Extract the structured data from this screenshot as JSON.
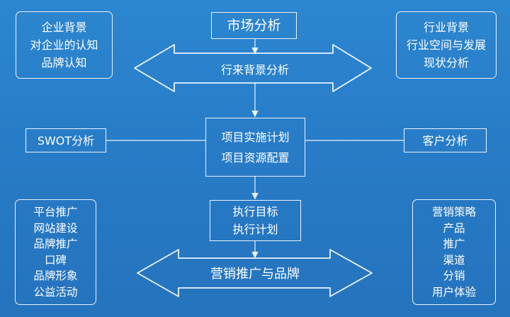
{
  "top_center": {
    "title": "市场分析"
  },
  "top_left": {
    "lines": [
      "企业背景",
      "对企业的认知",
      "品牌认知"
    ]
  },
  "top_right": {
    "lines": [
      "行业背景",
      "行业空间与发展",
      "现状分析"
    ]
  },
  "top_arrow": {
    "label": "行来背景分析"
  },
  "center": {
    "lines": [
      "项目实施计划",
      "项目资源配置"
    ]
  },
  "mid_left": {
    "label": "SWOT分析"
  },
  "mid_right": {
    "label": "客户分析"
  },
  "exec": {
    "lines": [
      "执行目标",
      "执行计划"
    ]
  },
  "bottom_left": {
    "lines": [
      "平台推广",
      "网站建设",
      "品牌推广",
      "口碑",
      "品牌形象",
      "公益活动"
    ]
  },
  "bottom_right": {
    "lines": [
      "营销策略",
      "产品",
      "推广",
      "渠道",
      "分销",
      "用户体验"
    ]
  },
  "bottom_arrow": {
    "label": "营销推广与品牌"
  },
  "colors": {
    "background": "#2a7fc9",
    "stroke": "#eaf3fb",
    "text": "#ffffff"
  }
}
